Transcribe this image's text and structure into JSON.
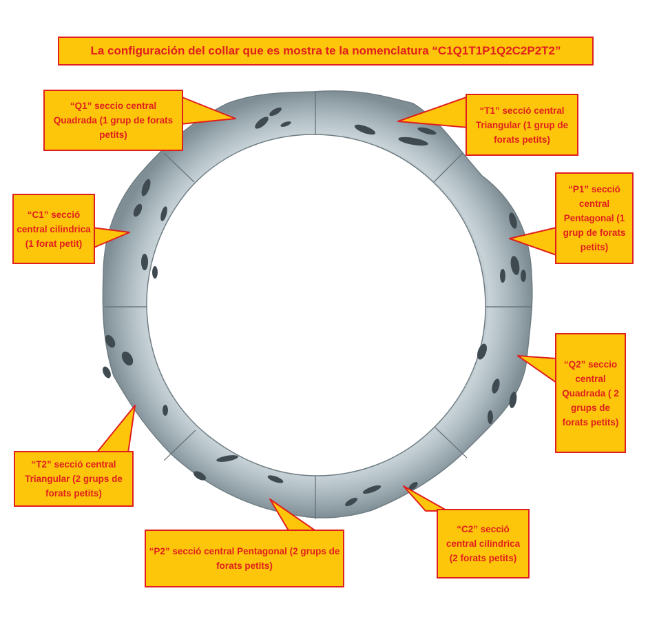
{
  "title": "La configuración del collar que es mostra te la nomenclatura “C1Q1T1P1Q2C2P2T2”",
  "callouts": {
    "q1": "“Q1” seccio central Quadrada (1 grup de forats petits)",
    "t1": "“T1” secció central Triangular (1 grup de forats petits)",
    "c1": "“C1” secció central cilindrica (1 forat petit)",
    "p1": "“P1” secció central Pentagonal (1 grup de forats petits)",
    "q2": "“Q2” seccio central Quadrada ( 2 grups de forats petits)",
    "t2": "“T2” secció central Triangular (2 grups de forats petits)",
    "c2": "“C2” secció central cilindrica (2 forats petits)",
    "p2": "“P2” secció central Pentagonal (2 grups de forats petits)"
  },
  "colors": {
    "box_fill": "#fdc60b",
    "box_border": "#e01e1e",
    "text": "#e01e1e",
    "ring": "#b2c0c6"
  }
}
